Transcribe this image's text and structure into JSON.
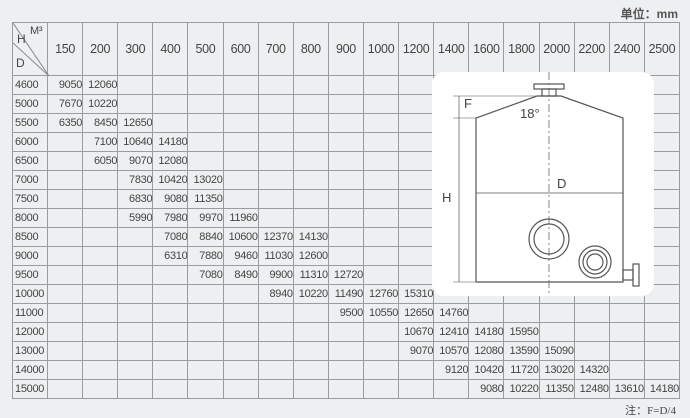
{
  "unit_label": "单位：mm",
  "note": "注：F=D/4",
  "corner": {
    "h": "H",
    "m": "M³",
    "d": "D"
  },
  "columns": [
    "150",
    "200",
    "300",
    "400",
    "500",
    "600",
    "700",
    "800",
    "900",
    "1000",
    "1200",
    "1400",
    "1600",
    "1800",
    "2000",
    "2200",
    "2400",
    "2500"
  ],
  "rows": [
    {
      "d": "4600",
      "vals": {
        "150": "9050",
        "200": "12060"
      }
    },
    {
      "d": "5000",
      "vals": {
        "150": "7670",
        "200": "10220"
      }
    },
    {
      "d": "5500",
      "vals": {
        "150": "6350",
        "200": "8450",
        "300": "12650"
      }
    },
    {
      "d": "6000",
      "vals": {
        "200": "7100",
        "300": "10640",
        "400": "14180"
      }
    },
    {
      "d": "6500",
      "vals": {
        "200": "6050",
        "300": "9070",
        "400": "12080"
      }
    },
    {
      "d": "7000",
      "vals": {
        "300": "7830",
        "400": "10420",
        "500": "13020"
      }
    },
    {
      "d": "7500",
      "vals": {
        "300": "6830",
        "400": "9080",
        "500": "11350"
      }
    },
    {
      "d": "8000",
      "vals": {
        "300": "5990",
        "400": "7980",
        "500": "9970",
        "600": "11960"
      }
    },
    {
      "d": "8500",
      "vals": {
        "400": "7080",
        "500": "8840",
        "600": "10600",
        "700": "12370",
        "800": "14130"
      }
    },
    {
      "d": "9000",
      "vals": {
        "400": "6310",
        "500": "7880",
        "600": "9460",
        "700": "11030",
        "800": "12600"
      }
    },
    {
      "d": "9500",
      "vals": {
        "500": "7080",
        "600": "8490",
        "700": "9900",
        "800": "11310",
        "900": "12720"
      }
    },
    {
      "d": "10000",
      "vals": {
        "700": "8940",
        "800": "10220",
        "900": "11490",
        "1000": "12760",
        "1200": "15310"
      }
    },
    {
      "d": "11000",
      "vals": {
        "900": "9500",
        "1000": "10550",
        "1200": "12650",
        "1400": "14760"
      }
    },
    {
      "d": "12000",
      "vals": {
        "1200": "10670",
        "1400": "12410",
        "1600": "14180",
        "1800": "15950"
      }
    },
    {
      "d": "13000",
      "vals": {
        "1200": "9070",
        "1400": "10570",
        "1600": "12080",
        "1800": "13590",
        "2000": "15090"
      }
    },
    {
      "d": "14000",
      "vals": {
        "1400": "9120",
        "1600": "10420",
        "1800": "11720",
        "2000": "13020",
        "2200": "14320"
      }
    },
    {
      "d": "15000",
      "vals": {
        "1600": "9080",
        "1800": "10220",
        "2000": "11350",
        "2200": "12480",
        "2400": "13610",
        "2500": "14180"
      }
    }
  ],
  "diagram": {
    "f_label": "F",
    "angle_label": "18°",
    "d_label": "D",
    "h_label": "H"
  }
}
